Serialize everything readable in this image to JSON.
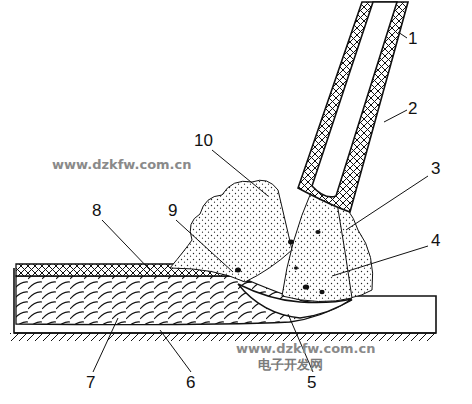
{
  "diagram": {
    "labels": [
      "1",
      "2",
      "3",
      "4",
      "5",
      "6",
      "7",
      "8",
      "9",
      "10",
      "www.dzkfw.com.cn",
      "www.dzkfw.com.cn",
      "电子开发网"
    ]
  }
}
